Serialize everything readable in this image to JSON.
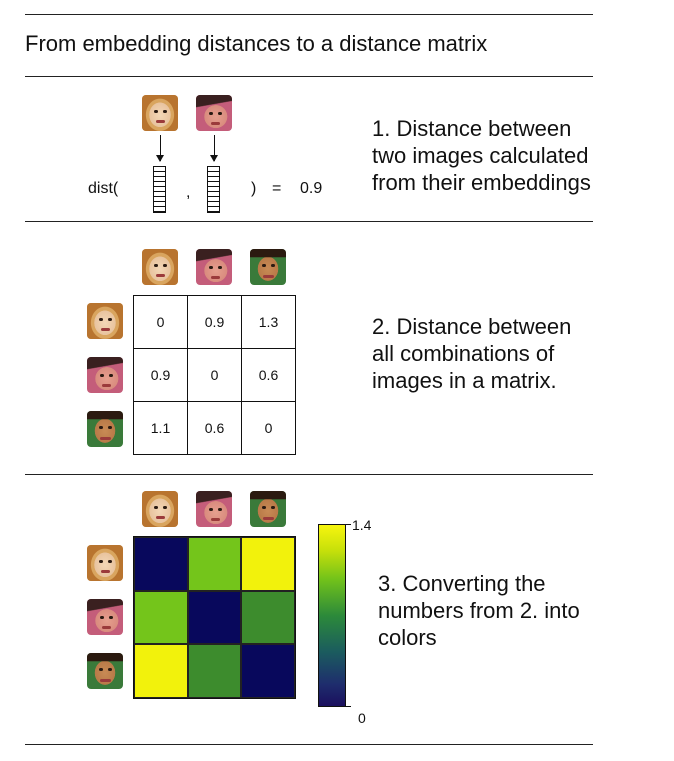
{
  "title": "From embedding distances to a distance matrix",
  "step1": {
    "text": "1. Distance between\ntwo images calculated\nfrom their embeddings",
    "dist_func": "dist(",
    "comma": ",",
    "close": ")",
    "equals": "=",
    "value": "0.9"
  },
  "step2": {
    "text": "2. Distance between\nall combinations of\nimages in a matrix.",
    "matrix": [
      [
        "0",
        "0.9",
        "1.3"
      ],
      [
        "0.9",
        "0",
        "0.6"
      ],
      [
        "1.1",
        "0.6",
        "0"
      ]
    ]
  },
  "step3": {
    "text": "3. Converting the\nnumbers from 2. into\ncolors",
    "colorbar_max": "1.4",
    "colorbar_min": "0",
    "cell_colors": [
      [
        "#08085c",
        "#74c51b",
        "#f2f20c"
      ],
      [
        "#74c51b",
        "#08085c",
        "#3d8c2d"
      ],
      [
        "#f2f20c",
        "#3d8c2d",
        "#08085c"
      ]
    ]
  },
  "faces": [
    "face-1-icon",
    "face-2-icon",
    "face-3-icon"
  ]
}
